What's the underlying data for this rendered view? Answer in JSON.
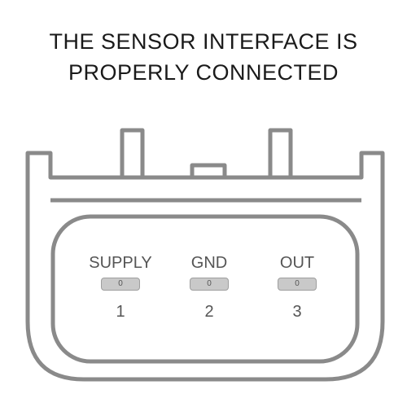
{
  "header": {
    "title_line_1": "THE SENSOR INTERFACE IS",
    "title_line_2": "PROPERLY CONNECTED"
  },
  "connector": {
    "pins": [
      {
        "label": "SUPPLY",
        "value": "0",
        "number": "1"
      },
      {
        "label": "GND",
        "value": "0",
        "number": "2"
      },
      {
        "label": "OUT",
        "value": "0",
        "number": "3"
      }
    ]
  },
  "colors": {
    "outline": "#8a8a8a",
    "text_title": "#1a1a1a",
    "text_pin": "#555555",
    "value_fill": "#c9c9c9"
  }
}
